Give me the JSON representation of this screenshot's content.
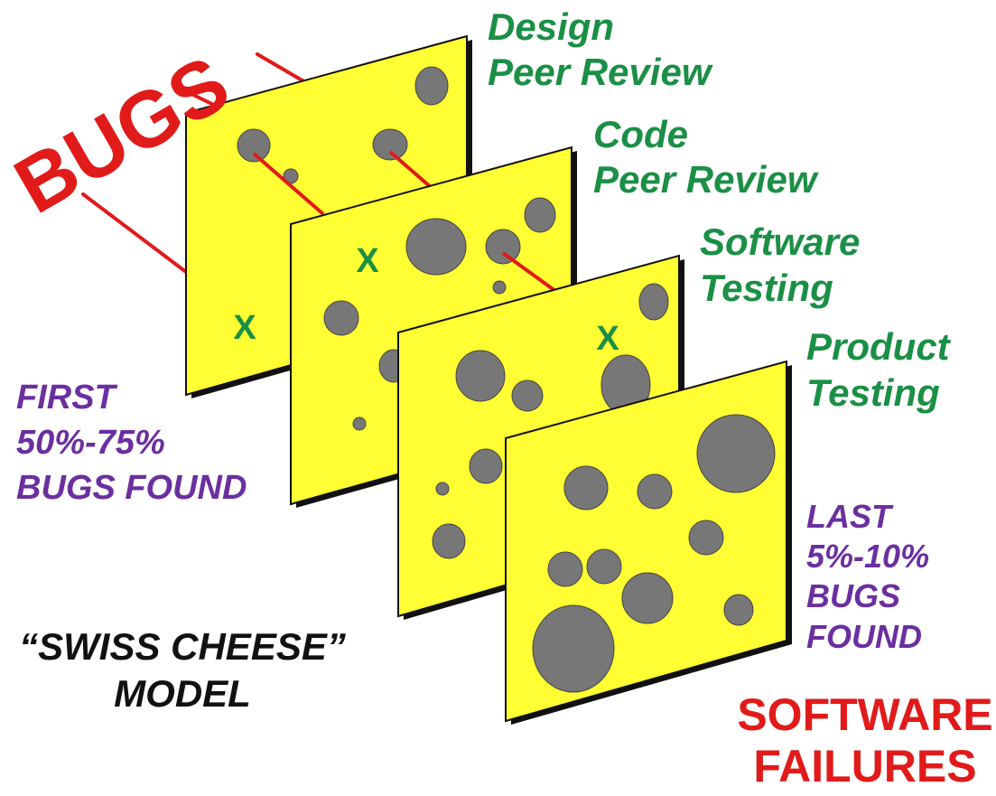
{
  "bugs_label": "BUGS",
  "layers": [
    {
      "name_line1": "Design",
      "name_line2": "Peer Review",
      "blocked_mark": "X"
    },
    {
      "name_line1": "Code",
      "name_line2": "Peer Review",
      "blocked_mark": "X"
    },
    {
      "name_line1": "Software",
      "name_line2": "Testing",
      "blocked_mark": "X"
    },
    {
      "name_line1": "Product",
      "name_line2": "Testing"
    }
  ],
  "first_found": {
    "line1": "FIRST",
    "line2": "50%-75%",
    "line3": "BUGS FOUND"
  },
  "last_found": {
    "line1": "LAST",
    "line2": "5%-10%",
    "line3": "BUGS",
    "line4": "FOUND"
  },
  "model_title": {
    "line1": "“SWISS CHEESE”",
    "line2": "MODEL"
  },
  "failures": {
    "line1": "SOFTWARE",
    "line2": "FAILURES"
  },
  "colors": {
    "cheese": "#ffff33",
    "hole": "#777777",
    "bug_red": "#e11a1a",
    "layer_green": "#1a8f45",
    "purple": "#6b2fa0",
    "black": "#111111"
  }
}
